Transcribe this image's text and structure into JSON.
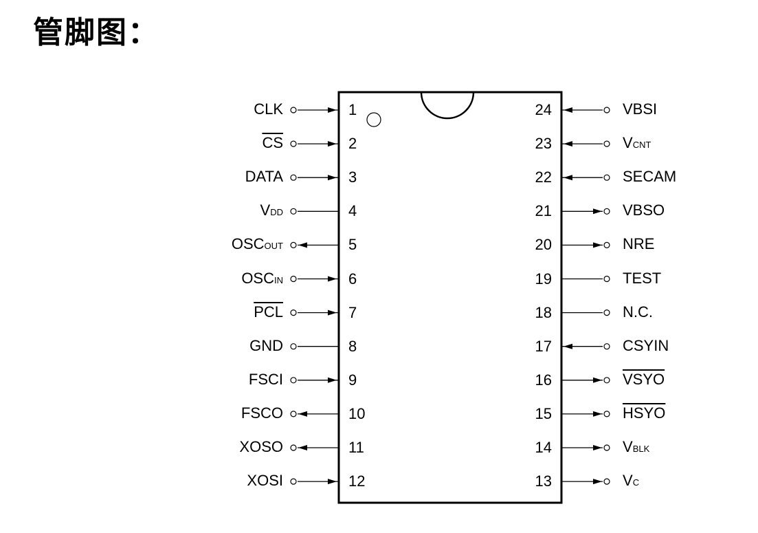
{
  "title": "管脚图：",
  "chip": {
    "pins_left": [
      {
        "num": "1",
        "base": "CLK",
        "sub": "",
        "overline": false,
        "dir": "in"
      },
      {
        "num": "2",
        "base": "CS",
        "sub": "",
        "overline": true,
        "dir": "in"
      },
      {
        "num": "3",
        "base": "DATA",
        "sub": "",
        "overline": false,
        "dir": "in"
      },
      {
        "num": "4",
        "base": "V",
        "sub": "DD",
        "overline": false,
        "dir": "none"
      },
      {
        "num": "5",
        "base": "OSC",
        "sub": "OUT",
        "overline": false,
        "dir": "out"
      },
      {
        "num": "6",
        "base": "OSC",
        "sub": "IN",
        "overline": false,
        "dir": "in"
      },
      {
        "num": "7",
        "base": "PCL",
        "sub": "",
        "overline": true,
        "dir": "in"
      },
      {
        "num": "8",
        "base": "GND",
        "sub": "",
        "overline": false,
        "dir": "none"
      },
      {
        "num": "9",
        "base": "FSCI",
        "sub": "",
        "overline": false,
        "dir": "in"
      },
      {
        "num": "10",
        "base": "FSCO",
        "sub": "",
        "overline": false,
        "dir": "out"
      },
      {
        "num": "11",
        "base": "XOSO",
        "sub": "",
        "overline": false,
        "dir": "out"
      },
      {
        "num": "12",
        "base": "XOSI",
        "sub": "",
        "overline": false,
        "dir": "in"
      }
    ],
    "pins_right": [
      {
        "num": "24",
        "base": "VBSI",
        "sub": "",
        "overline": false,
        "dir": "in"
      },
      {
        "num": "23",
        "base": "V",
        "sub": "CNT",
        "overline": false,
        "dir": "in"
      },
      {
        "num": "22",
        "base": "SECAM",
        "sub": "",
        "overline": false,
        "dir": "in"
      },
      {
        "num": "21",
        "base": "VBSO",
        "sub": "",
        "overline": false,
        "dir": "out"
      },
      {
        "num": "20",
        "base": "NRE",
        "sub": "",
        "overline": false,
        "dir": "out"
      },
      {
        "num": "19",
        "base": "TEST",
        "sub": "",
        "overline": false,
        "dir": "none"
      },
      {
        "num": "18",
        "base": "N.C.",
        "sub": "",
        "overline": false,
        "dir": "none"
      },
      {
        "num": "17",
        "base": "CSYIN",
        "sub": "",
        "overline": false,
        "dir": "in"
      },
      {
        "num": "16",
        "base": "VSYO",
        "sub": "",
        "overline": true,
        "dir": "out"
      },
      {
        "num": "15",
        "base": "HSYO",
        "sub": "",
        "overline": true,
        "dir": "out"
      },
      {
        "num": "14",
        "base": "V",
        "sub": "BLK",
        "overline": false,
        "dir": "out"
      },
      {
        "num": "13",
        "base": "V",
        "sub": "C",
        "overline": false,
        "dir": "out"
      }
    ]
  }
}
